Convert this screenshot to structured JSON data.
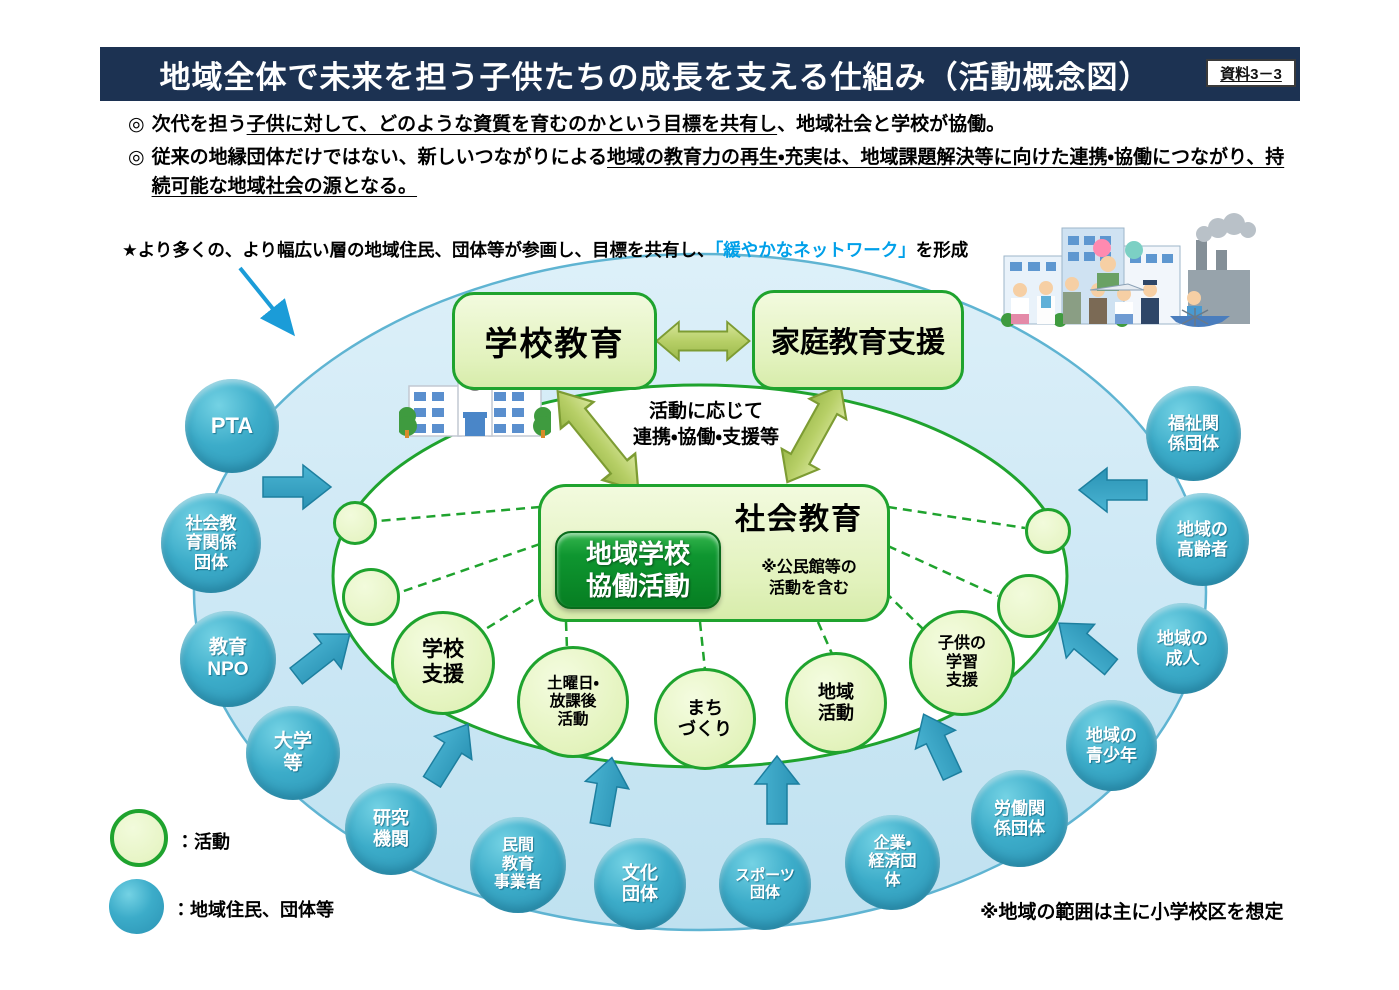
{
  "header": {
    "title": "地域全体で未来を担う子供たちの成長を支える仕組み（活動概念図）",
    "badge": "資料3－3"
  },
  "bullets": {
    "b1": {
      "marker": "◎",
      "pre": "次代を担う",
      "underlined": "子供に対して、どのような資質を育むのかという目標を共有し",
      "post": "、地域社会と学校が協働。"
    },
    "b2": {
      "marker": "◎",
      "pre": "従来の地縁団体だけではない、新しいつながりによる",
      "underlined": "地域の教育力の再生・充実は、地域課題解決等に向けた連携・協働につながり、持続可能な地域社会の源となる。",
      "post": ""
    }
  },
  "star_note": {
    "pre": "★より多くの、より幅広い層の地域住民、団体等が参画し、目標を共有し、",
    "highlight": "「緩やかなネットワーク」",
    "post": "を形成"
  },
  "center": {
    "school_education": "学校教育",
    "family_education_support": "家庭教育支援",
    "link_note": "活動に応じて\n連携・協働・支援等",
    "social_education": "社会教育",
    "collab_activity": "地域学校\n協働活動",
    "social_education_note": "※公民館等の\n活動を含む"
  },
  "activities": [
    {
      "label": "学校\n支援"
    },
    {
      "label": "土曜日・\n放課後\n活動"
    },
    {
      "label": "まち\nづくり"
    },
    {
      "label": "地域\n活動"
    },
    {
      "label": "子供の\n学習\n支援"
    }
  ],
  "members": [
    {
      "label": "PTA"
    },
    {
      "label": "社会教\n育関係\n団体"
    },
    {
      "label": "教育\nNPO"
    },
    {
      "label": "大学\n等"
    },
    {
      "label": "研究\n機関"
    },
    {
      "label": "民間\n教育\n事業者"
    },
    {
      "label": "文化\n団体"
    },
    {
      "label": "スポーツ\n団体"
    },
    {
      "label": "企業・\n経済団\n体"
    },
    {
      "label": "労働関\n係団体"
    },
    {
      "label": "地域の\n青少年"
    },
    {
      "label": "地域の\n成人"
    },
    {
      "label": "地域の\n高齢者"
    },
    {
      "label": "福祉関\n係団体"
    }
  ],
  "legend": [
    {
      "label": "：活動"
    },
    {
      "label": "：地域住民、団体等"
    }
  ],
  "footnote": "※地域の範囲は主に小学校区を想定",
  "colors": {
    "accent_green": "#1fa32e",
    "member_blue": "#2f9fc0",
    "ellipse_fill": "#cfe9f6",
    "navy": "#1c3252",
    "highlight_cyan": "#00a0e9"
  }
}
